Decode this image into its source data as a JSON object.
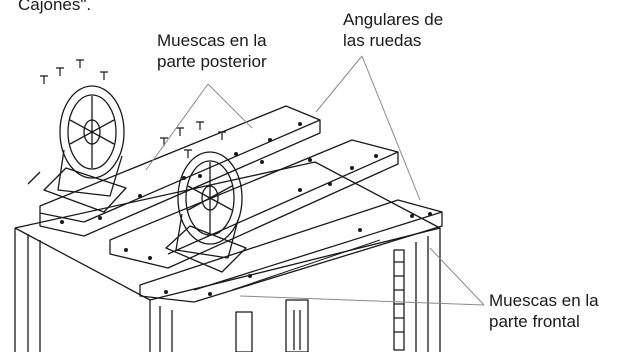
{
  "labels": {
    "top_fragment": "Cajones\".",
    "rear_notches": {
      "line1": "Muescas en la",
      "line2": "parte posterior"
    },
    "wheel_angles": {
      "line1": "Angulares de",
      "line2": "las ruedas"
    },
    "front_notches": {
      "line1": "Muescas en la",
      "line2": "parte frontal"
    }
  },
  "line_color": "#1a1a1a",
  "leader_color": "#8a8a8a"
}
